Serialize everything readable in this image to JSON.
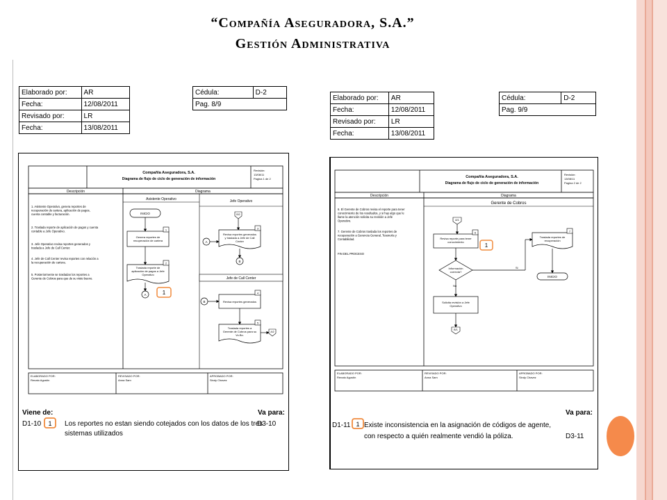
{
  "header": {
    "company": "“Compañía Aseguradora, S.A.”",
    "subtitle": "Gestión Administrativa"
  },
  "colors": {
    "accent": "#F58A4B",
    "highlight": "#F08A3C",
    "band": "#F6D7CF"
  },
  "left": {
    "info": [
      {
        "label": "Elaborado por:",
        "value": "AR"
      },
      {
        "label": "Fecha:",
        "value": "12/08/2011"
      },
      {
        "label": "Revisado por:",
        "value": "LR"
      },
      {
        "label": "Fecha:",
        "value": "13/08/2011"
      }
    ],
    "cedula": {
      "label": "Cédula:",
      "value": "D-2",
      "page": "Pag. 8/9"
    },
    "sheet": {
      "company": "Compañía Aseguradora, S.A.",
      "title": "Diagrama de flujo de ciclo de generación de información",
      "revision": "Revisión:",
      "revision_date": "13/08/11",
      "page": "Pagina 1 de 2",
      "col_desc": "Descripción",
      "col_diag": "Diagrama",
      "lane1": "Asistente Operativo",
      "lane2": "Jefe Operativo",
      "lane3": "Jefe de Call Center",
      "steps": [
        "1. Asistente Operativo, genera reportes de recuperación de cartera, aplicación de pagos, cuenta contable y facturación.",
        "2. Traslada reporte de aplicación de pagos y cuenta contable a Jefe Operativo.",
        "3. Jefe Operativo revisa reportes generados y traslada a Jefe de Call Center.",
        "4. Jefe de Call Center revisa reportes con relación a la recuperación de cartera.",
        "5. Posteriormente se trasladan los reportes a Gerente de Cobros para que de su visto bueno."
      ],
      "nodes": {
        "inicio": "INICIO",
        "n1": "Genera reportes de recuperación de cartera",
        "n2": "Traslada reporte de aplicación de pagos a Jefe Operativo",
        "n3": "Revisa reportes generados y traslada a Jefe de Call Center",
        "n4": "Revisa reportes generados",
        "n5": "Traslada reportes a Gerente de Cobros para su Vo.Bo.",
        "con_a": "A",
        "con_b": "B",
        "con_b2": "B/2",
        "con_a2": "A/2",
        "num1": "1",
        "num2": "2",
        "num3": "3",
        "num4": "4",
        "num5": "5"
      },
      "footer": {
        "elaborado_label": "ELABORADO POR:",
        "elaborado_name": "Renato Agustín",
        "revisado_label": "REVISADO POR:",
        "revisado_name": "Anna Sam",
        "aprobado_label": "APROBADO POR:",
        "aprobado_name": "Sindy Chavez"
      }
    },
    "viene_de": "Viene de:",
    "va_para": "Va para:",
    "ref_from": "D1-10",
    "marker": "1",
    "note_line1": "Los reportes no estan siendo cotejados con los datos de los tres",
    "note_line2": "sistemas utilizados",
    "ref_to": "D3-10"
  },
  "right": {
    "info": [
      {
        "label": "Elaborado por:",
        "value": "AR"
      },
      {
        "label": "Fecha:",
        "value": "12/08/2011"
      },
      {
        "label": "Revisado por:",
        "value": "LR"
      },
      {
        "label": "Fecha:",
        "value": "13/08/2011"
      }
    ],
    "cedula": {
      "label": "Cédula:",
      "value": "D-2",
      "page": "Pag. 9/9"
    },
    "sheet": {
      "company": "Compañía Aseguradora, S.A.",
      "title": "Diagrama de flujo de ciclo de generación de información",
      "revision": "Revisión:",
      "revision_date": "13/08/11",
      "page": "Pagina 2 de 2",
      "col_desc": "Descripción",
      "col_diag": "Diagrama",
      "lane1": "Gerente de Cobros",
      "steps": [
        "6. El Gerente de Cobros revisa el reporte para tener conocimiento de los resultados, y si hay algo que le llame la atención solicita su revisión a Jefe Operativo.",
        "7. Gerente de Cobros traslada los reportes de recuperación a Gerencia General, Tesorería y Contabilidad.",
        "FIN DEL PROCESO"
      ],
      "nodes": {
        "con_a1": "A/1",
        "n6": "Revisa reporte para tener conocimiento",
        "decision": "Información correcta?",
        "si": "Si",
        "no": "No",
        "solicita": "Solicita revisión a Jefe Operativo",
        "n7": "Traslada reportes de recuperación",
        "inicio": "INICIO",
        "con_b1": "B/1",
        "num6": "6",
        "num7": "7"
      },
      "footer": {
        "elaborado_label": "ELABORADO POR:",
        "elaborado_name": "Renato Agustín",
        "revisado_label": "REVISADO POR:",
        "revisado_name": "Anna Sam",
        "aprobado_label": "APROBADO POR:",
        "aprobado_name": "Sindy Chavez"
      }
    },
    "va_para": "Va para:",
    "ref_from": "D1-11",
    "marker": "1",
    "note_line1": "Existe inconsistencia en la asignación de códigos de agente,",
    "note_line2": "con respecto a quién realmente vendió la póliza.",
    "ref_to": "D3-11"
  }
}
